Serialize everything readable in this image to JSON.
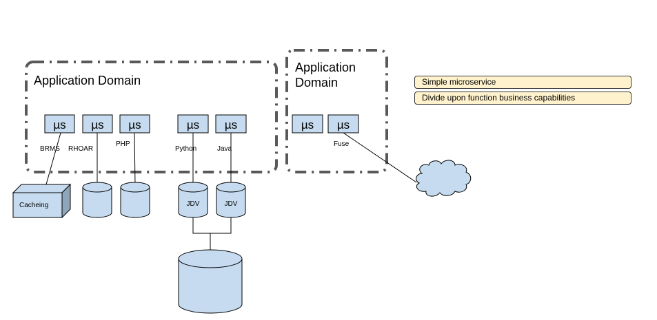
{
  "colors": {
    "box_fill": "#c6dbef",
    "border_dash": "#595959",
    "note_fill": "#fff2cc",
    "stroke": "#000000"
  },
  "domains": [
    {
      "id": "domain-1",
      "label": "Application Domain"
    },
    {
      "id": "domain-2",
      "label_line1": "Application",
      "label_line2": "Domain"
    }
  ],
  "services": [
    {
      "label": "µs",
      "tech": "BRMS"
    },
    {
      "label": "µs",
      "tech": "RHOAR"
    },
    {
      "label": "µs",
      "tech": "PHP"
    },
    {
      "label": "µs",
      "tech": "Python"
    },
    {
      "label": "µs",
      "tech": "Java"
    },
    {
      "label": "µs",
      "tech": ""
    },
    {
      "label": "µs",
      "tech": "Fuse"
    }
  ],
  "storage": {
    "cache": "Cacheing",
    "jdv1": "JDV",
    "jdv2": "JDV"
  },
  "notes": [
    "Simple microservice",
    "Divide upon function business capabilities"
  ]
}
